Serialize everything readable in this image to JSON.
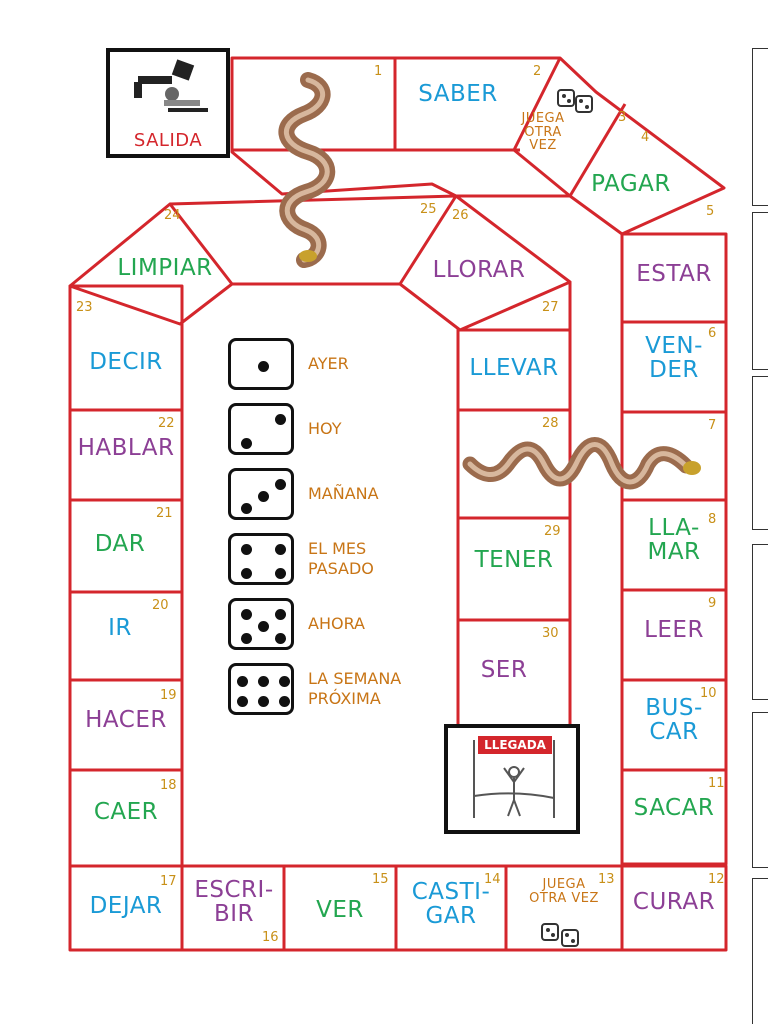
{
  "start": {
    "label": "SALIDA"
  },
  "finish": {
    "label": "LLEGADA"
  },
  "squares": [
    {
      "n": "1",
      "verb": "SABER",
      "color": "blue"
    },
    {
      "n": "2",
      "verb": "JUEGA\nOTRA\nVEZ",
      "color": "orange"
    },
    {
      "n": "3",
      "verb": "",
      "color": "orange"
    },
    {
      "n": "4",
      "verb": "PAGAR",
      "color": "green"
    },
    {
      "n": "5",
      "verb": "ESTAR",
      "color": "purple"
    },
    {
      "n": "6",
      "verb": "VEN-\nDER",
      "color": "blue"
    },
    {
      "n": "7",
      "verb": "",
      "color": "purple"
    },
    {
      "n": "8",
      "verb": "LLA-\nMAR",
      "color": "green"
    },
    {
      "n": "9",
      "verb": "LEER",
      "color": "purple"
    },
    {
      "n": "10",
      "verb": "BUS-\nCAR",
      "color": "blue"
    },
    {
      "n": "11",
      "verb": "SACAR",
      "color": "green"
    },
    {
      "n": "12",
      "verb": "CURAR",
      "color": "purple"
    },
    {
      "n": "13",
      "verb": "JUEGA\nOTRA VEZ",
      "color": "orange"
    },
    {
      "n": "14",
      "verb": "CASTI-\nGAR",
      "color": "blue"
    },
    {
      "n": "15",
      "verb": "VER",
      "color": "green"
    },
    {
      "n": "16",
      "verb": "ESCRI-\nBIR",
      "color": "purple"
    },
    {
      "n": "17",
      "verb": "DEJAR",
      "color": "blue"
    },
    {
      "n": "18",
      "verb": "CAER",
      "color": "green"
    },
    {
      "n": "19",
      "verb": "HACER",
      "color": "purple"
    },
    {
      "n": "20",
      "verb": "IR",
      "color": "blue"
    },
    {
      "n": "21",
      "verb": "DAR",
      "color": "green"
    },
    {
      "n": "22",
      "verb": "HABLAR",
      "color": "purple"
    },
    {
      "n": "23",
      "verb": "DECIR",
      "color": "blue"
    },
    {
      "n": "24",
      "verb": "LIMPIAR",
      "color": "green"
    },
    {
      "n": "25",
      "verb": "",
      "color": "purple"
    },
    {
      "n": "26",
      "verb": "LLORAR",
      "color": "purple"
    },
    {
      "n": "27",
      "verb": "LLEVAR",
      "color": "blue"
    },
    {
      "n": "28",
      "verb": "",
      "color": "purple"
    },
    {
      "n": "29",
      "verb": "TENER",
      "color": "green"
    },
    {
      "n": "30",
      "verb": "SER",
      "color": "purple"
    }
  ],
  "dice_legend": [
    {
      "pips": 1,
      "label": "AYER"
    },
    {
      "pips": 2,
      "label": "HOY"
    },
    {
      "pips": 3,
      "label": "MAÑANA"
    },
    {
      "pips": 4,
      "label": "EL MES\nPASADO"
    },
    {
      "pips": 5,
      "label": "AHORA"
    },
    {
      "pips": 6,
      "label": "LA SEMANA\nPRÓXIMA"
    }
  ],
  "colors": {
    "border": "#d4262c",
    "blue": "#1a9ad6",
    "green": "#23a650",
    "purple": "#8c3f95",
    "orange": "#c87516",
    "number": "#c89018"
  },
  "icons": [
    "snake-icon",
    "dice-icon",
    "robber-icon",
    "runner-icon"
  ]
}
